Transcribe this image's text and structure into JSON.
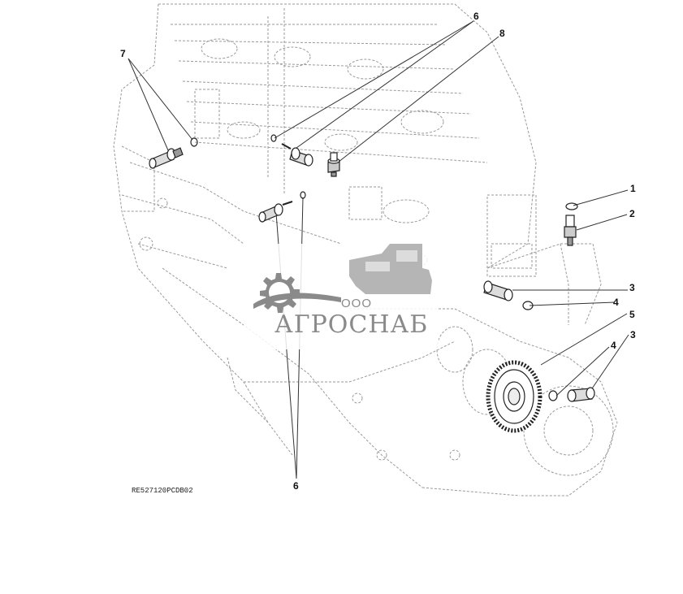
{
  "callouts": {
    "c1": "1",
    "c2": "2",
    "c3a": "3",
    "c3b": "3",
    "c4a": "4",
    "c4b": "4",
    "c5": "5",
    "c6top": "6",
    "c6bottom": "6",
    "c7": "7",
    "c8": "8"
  },
  "drawing_code": "RE527120PCDB02",
  "watermark": {
    "prefix": "ООО",
    "name": "АГРОСНАБ"
  },
  "colors": {
    "line": "#4a4a4a",
    "faint": "#9a9a9a",
    "watermark": "#8a8a8a"
  }
}
